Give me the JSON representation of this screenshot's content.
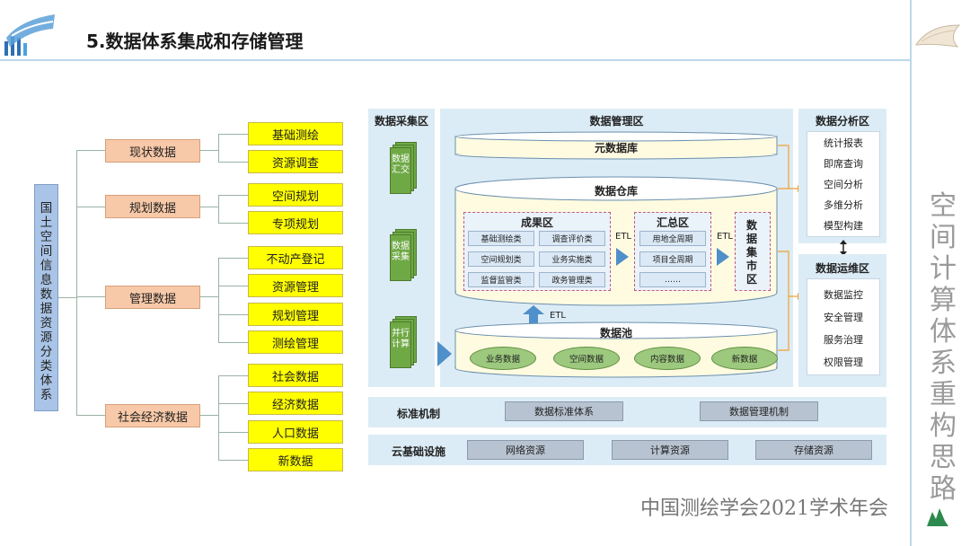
{
  "header": {
    "title": "5.数据体系集成和存储管理"
  },
  "side_title": "空间计算体系重构思路",
  "footer": "中国测绘学会2021学术年会",
  "tree": {
    "root": "国土空间信息数据资源分类体系",
    "categories": [
      {
        "label": "现状数据",
        "items": [
          "基础测绘",
          "资源调查"
        ]
      },
      {
        "label": "规划数据",
        "items": [
          "空间规划",
          "专项规划"
        ]
      },
      {
        "label": "管理数据",
        "items": [
          "不动产登记",
          "资源管理",
          "规划管理",
          "测绘管理"
        ]
      },
      {
        "label": "社会经济数据",
        "items": [
          "社会数据",
          "经济数据",
          "人口数据",
          "新数据"
        ]
      }
    ]
  },
  "arch": {
    "collect": {
      "title": "数据采集区",
      "stacks": [
        "数据汇交",
        "数据采集",
        "并行计算"
      ]
    },
    "manage": {
      "title": "数据管理区",
      "metadb": "元数据库",
      "warehouse": "数据仓库",
      "results": {
        "title": "成果区",
        "items": [
          "基础测绘类",
          "调查评价类",
          "空间规划类",
          "业务实施类",
          "监督监管类",
          "政务管理类"
        ]
      },
      "summary": {
        "title": "汇总区",
        "items": [
          "用地全周期",
          "项目全周期",
          "……"
        ]
      },
      "mart": "数据集市区",
      "etl": "ETL",
      "pool": {
        "title": "数据池",
        "items": [
          "业务数据",
          "空间数据",
          "内容数据",
          "新数据"
        ]
      }
    },
    "analysis": {
      "title": "数据分析区",
      "items": [
        "统计报表",
        "即席查询",
        "空间分析",
        "多维分析",
        "模型构建"
      ]
    },
    "ops": {
      "title": "数据运维区",
      "items": [
        "数据监控",
        "安全管理",
        "服务治理",
        "权限管理"
      ]
    },
    "standard": {
      "title": "标准机制",
      "items": [
        "数据标准体系",
        "数据管理机制"
      ]
    },
    "cloud": {
      "title": "云基础设施",
      "items": [
        "网络资源",
        "计算资源",
        "存储资源"
      ]
    }
  },
  "colors": {
    "accent_blue": "#4f8fca",
    "leaf_yellow": "#ffff00",
    "category_orange": "#f8c9a8",
    "zone_bg": "#dcecf6",
    "pool_green": "#9cc97d"
  }
}
